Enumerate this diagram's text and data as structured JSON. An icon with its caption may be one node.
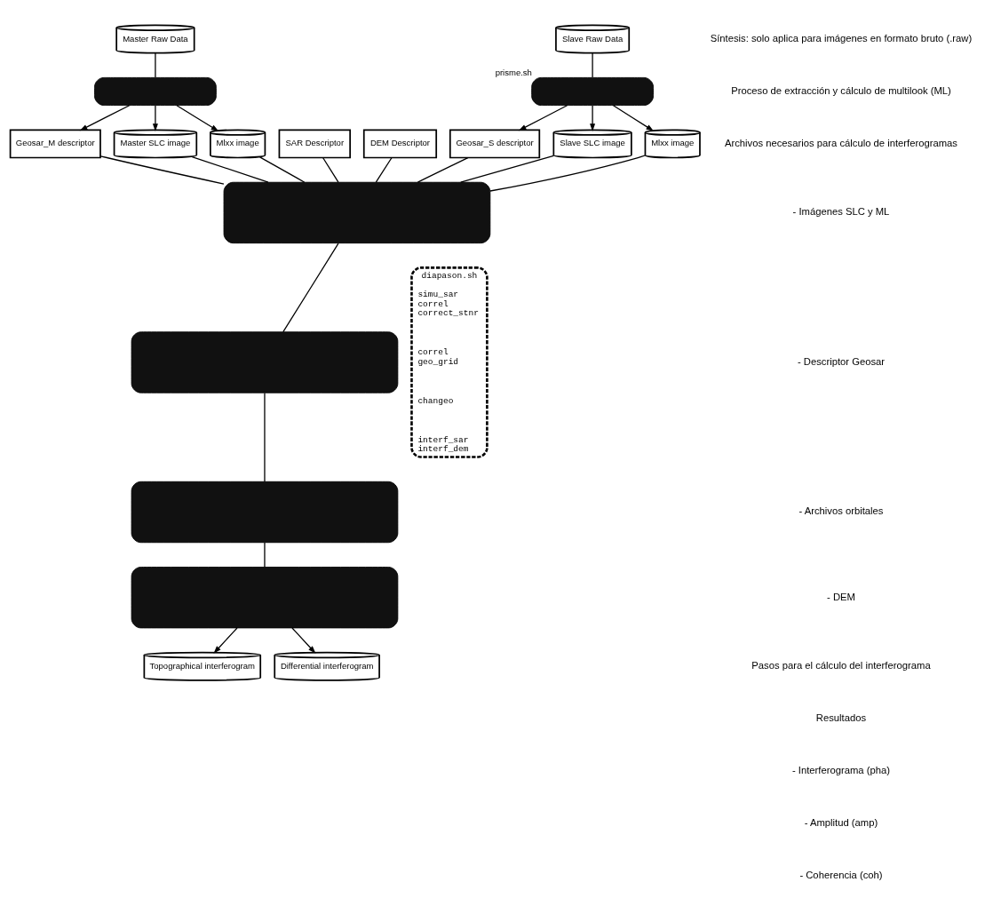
{
  "diagram": {
    "nodes": [
      {
        "text": [
          "Master Raw Data"
        ]
      },
      {
        "text": [
          "Slave Raw Data"
        ]
      },
      {
        "text": [],
        "shape": "ellipse"
      },
      {
        "text": [
          "SAR Descriptor"
        ]
      },
      {
        "text": [
          "DEM Descriptor"
        ]
      },
      {
        "text": [],
        "shape": "ellipse",
        "beside": [
          "prisme.sh"
        ]
      },
      {
        "text": [
          "Geosar_M descriptor"
        ]
      },
      {
        "text": [
          "Master SLC image"
        ]
      },
      {
        "text": [
          "Mlxx image"
        ]
      },
      {
        "text": [
          "Geosar_S descriptor"
        ]
      },
      {
        "text": [
          "Slave SLC image"
        ]
      },
      {
        "text": [
          "Mlxx image"
        ]
      },
      {
        "text": [],
        "shape": "box"
      },
      {
        "text": [],
        "shape": "box"
      },
      {
        "text": [],
        "shape": "box"
      },
      {
        "text": [],
        "shape": "box"
      },
      {
        "text": [
          "diapason.sh",
          "simu_sar correl correct_stnr",
          "correl geo_grid",
          "changeo",
          "interf_sar interf_dem"
        ]
      },
      {
        "text": [
          "Topographical interferogram"
        ]
      },
      {
        "text": [
          "Differential interferogram"
        ]
      }
    ],
    "edges": [
      {
        "from": 0,
        "to": 2,
        "arrow": "none"
      },
      {
        "from": 2,
        "to": 6,
        "arrow": "to"
      },
      {
        "from": 2,
        "to": 7,
        "arrow": "to"
      },
      {
        "from": 2,
        "to": 8,
        "arrow": "to"
      },
      {
        "from": 1,
        "to": 5,
        "arrow": "none"
      },
      {
        "from": 5,
        "to": 9,
        "arrow": "to"
      },
      {
        "from": 5,
        "to": 10,
        "arrow": "to"
      },
      {
        "from": 5,
        "to": 11,
        "arrow": "to"
      },
      {
        "from": 6,
        "to": 12,
        "arrow": "none"
      },
      {
        "from": 7,
        "to": 12,
        "arrow": "none"
      },
      {
        "from": 8,
        "to": 12,
        "arrow": "none"
      },
      {
        "from": 3,
        "to": 12,
        "arrow": "none"
      },
      {
        "from": 4,
        "to": 12,
        "arrow": "none"
      },
      {
        "from": 9,
        "to": 12,
        "arrow": "none"
      },
      {
        "from": 10,
        "to": 12,
        "arrow": "none"
      },
      {
        "from": 11,
        "to": 12,
        "arrow": "none"
      },
      {
        "from": 12,
        "to": 13,
        "arrow": "none"
      },
      {
        "from": 13,
        "to": 14,
        "arrow": "none"
      },
      {
        "from": 14,
        "to": 15,
        "arrow": "none"
      },
      {
        "from": 15,
        "to": 17,
        "arrow": "to"
      },
      {
        "from": 15,
        "to": 18,
        "arrow": "to"
      }
    ],
    "labels": [
      "Síntesis: solo aplica para imágenes en formato bruto (.raw)",
      "Proceso de extracción y cálculo de multilook (ML)",
      "Archivos necesarios para cálculo de interferogramas",
      "- Imágenes SLC y ML",
      "- Descriptor Geosar",
      "- Archivos orbitales",
      "- DEM",
      "Pasos para el cálculo del interferograma",
      "Resultados",
      "- Interferograma (pha)",
      "- Amplitud (amp)",
      "- Coherencia (coh)"
    ]
  }
}
